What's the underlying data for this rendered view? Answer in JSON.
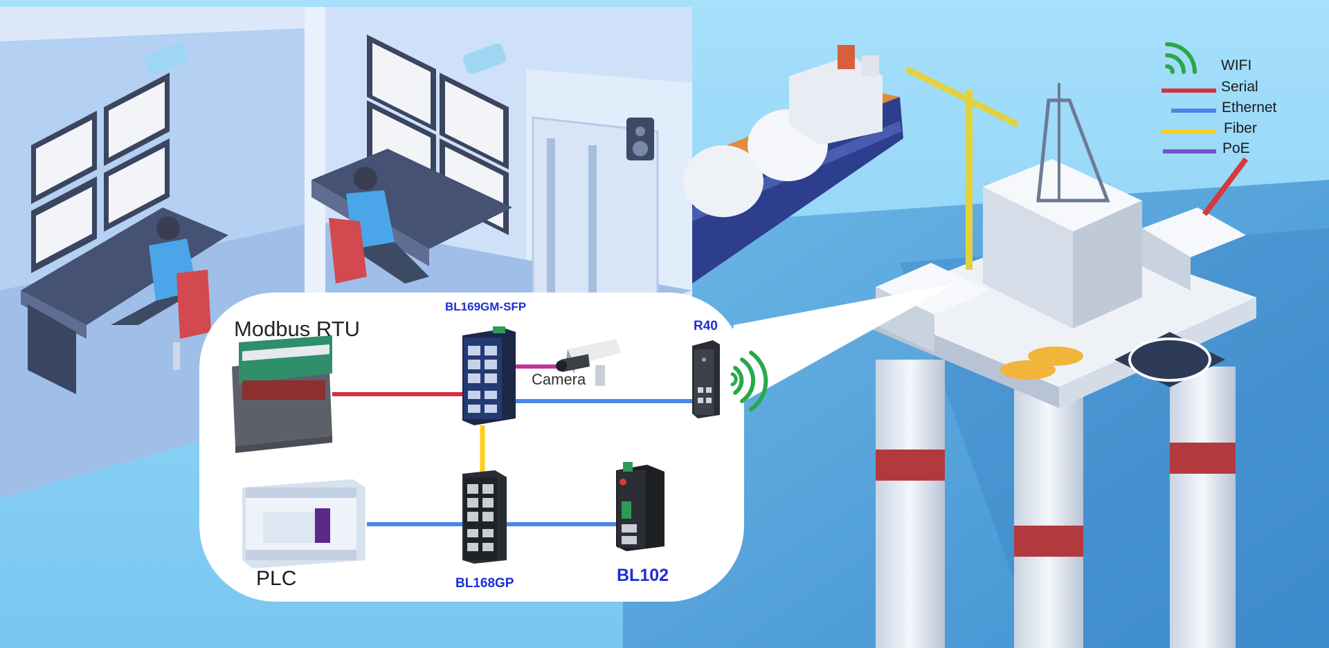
{
  "diagram": {
    "legend": {
      "items": [
        {
          "label": "WIFI",
          "color": "#2aa84a",
          "kind": "wifi"
        },
        {
          "label": "Serial",
          "color": "#d9303f",
          "kind": "line"
        },
        {
          "label": "Ethernet",
          "color": "#4a86e8",
          "kind": "line"
        },
        {
          "label": "Fiber",
          "color": "#ffcc1a",
          "kind": "line"
        },
        {
          "label": "PoE",
          "color": "#7a4fc9",
          "kind": "line"
        }
      ]
    },
    "devices": {
      "modbus": "Modbus RTU",
      "switch_top": "BL169GM-SFP",
      "camera": "Camera",
      "router": "R40",
      "plc": "PLC",
      "switch_bottom": "BL168GP",
      "gateway": "BL102"
    },
    "colors": {
      "sky": "#8fd3f5",
      "sea": "#5ca9de",
      "building": "#a9c8ec",
      "accent_blue": "#1a2fd6",
      "poe_link": "#c0369b"
    }
  }
}
